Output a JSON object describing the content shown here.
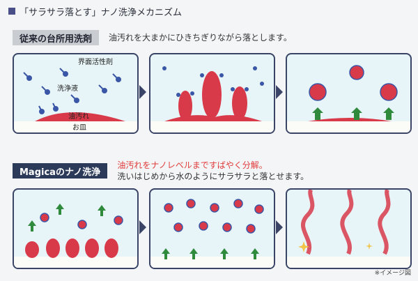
{
  "title": "「サラサラ落とす」ナノ洗浄メカニズム",
  "top_section": {
    "label": "従来の台所用洗剤",
    "description": "油汚れを大まかにひきちぎりながら落とします。",
    "panel1": {
      "surfactant_label": "界面活性剤",
      "detergent_label": "洗浄液",
      "oil_label": "油汚れ",
      "dish_label": "お皿"
    }
  },
  "bottom_section": {
    "label": "Magicaのナノ洗浄",
    "description_red": "油汚れをナノレベルまですばやく分解。",
    "description": "洗いはじめから水のようにサラサラと落とせます。"
  },
  "note": "※イメージ図",
  "colors": {
    "panel_bg": "#e7f5f9",
    "panel_border": "#3a4466",
    "oil": "#d83a4a",
    "molecule_blue": "#3a56a6",
    "arrow_green": "#2f8a3c",
    "header_dark": "#2c3a5a",
    "header_gray": "#c9ccd1",
    "accent_red": "#e23b3b"
  }
}
